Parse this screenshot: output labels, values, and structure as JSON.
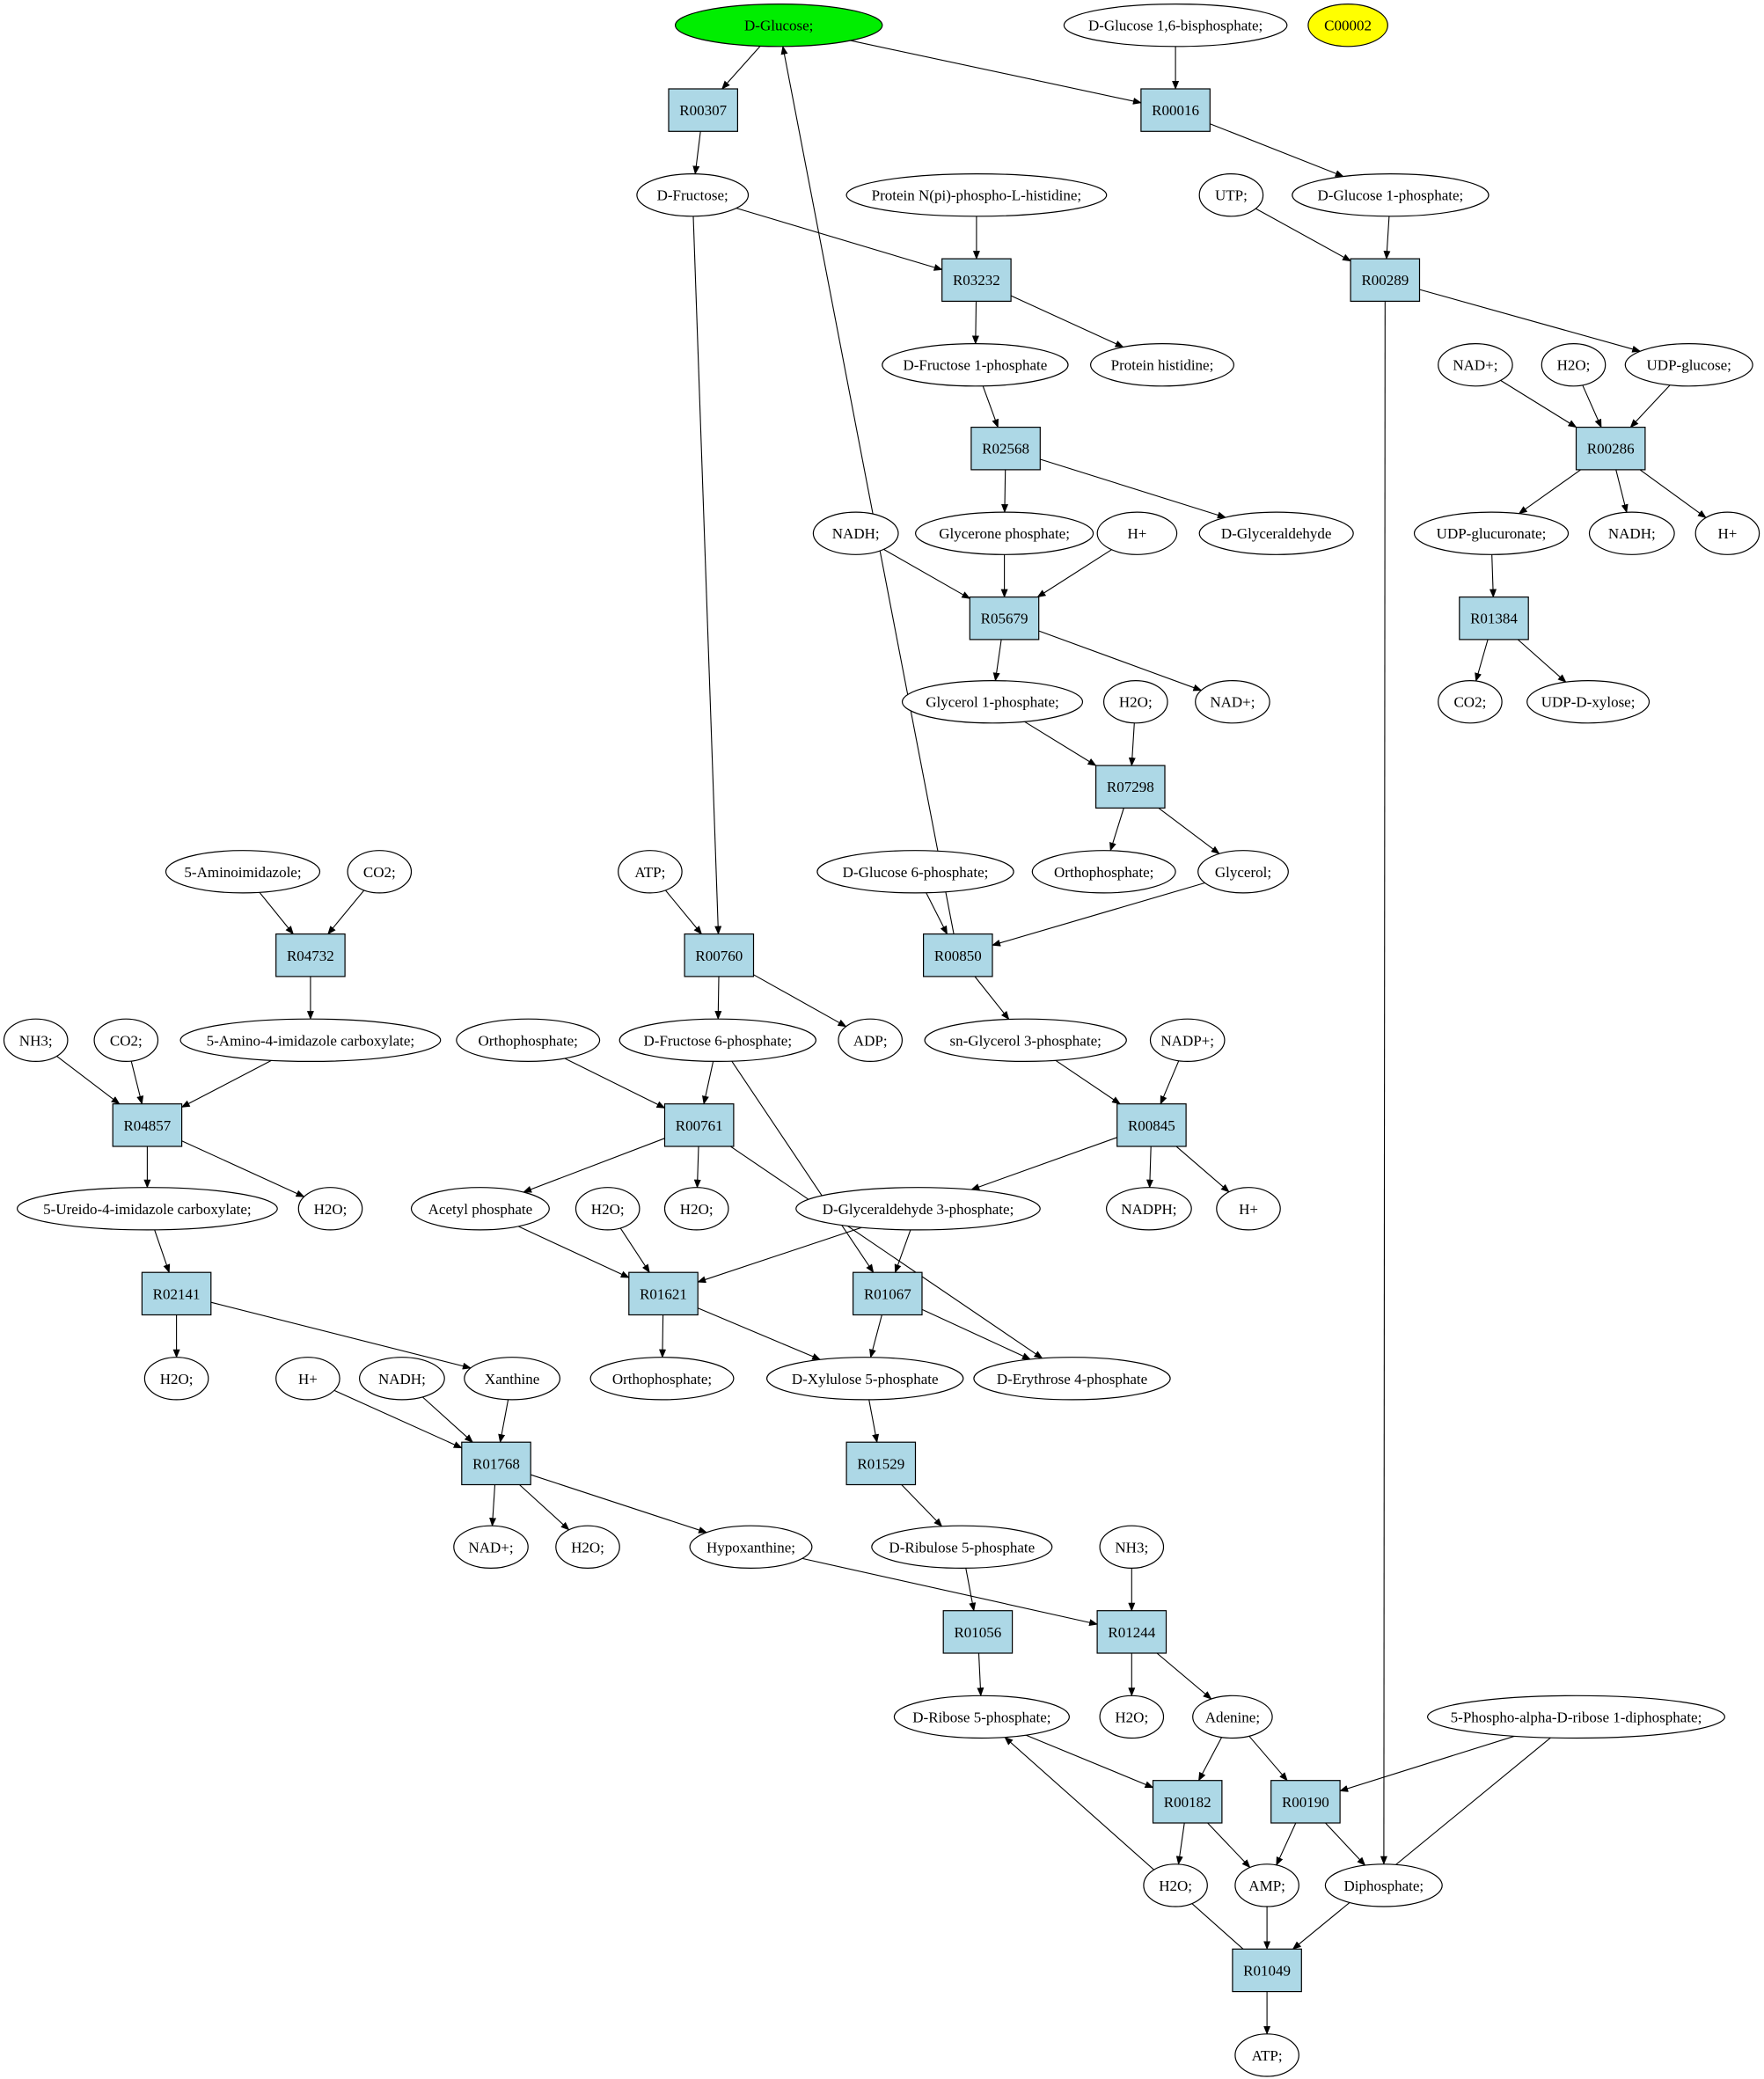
{
  "colors": {
    "reaction_fill": "#add8e6",
    "compound_fill": "#ffffff",
    "highlight_green": "#00ee00",
    "highlight_yellow": "#ffff00",
    "stroke": "#000000"
  },
  "nodes": [
    {
      "id": "c_glucose",
      "label": "D-Glucose;",
      "kind": "compound",
      "fill": "green"
    },
    {
      "id": "c_g16bp",
      "label": "D-Glucose 1,6-bisphosphate;",
      "kind": "compound"
    },
    {
      "id": "c_c00002",
      "label": "C00002",
      "kind": "compound",
      "fill": "yellow"
    },
    {
      "id": "r_R00307",
      "label": "R00307",
      "kind": "reaction"
    },
    {
      "id": "r_R00016",
      "label": "R00016",
      "kind": "reaction"
    },
    {
      "id": "c_fructose",
      "label": "D-Fructose;",
      "kind": "compound"
    },
    {
      "id": "c_protnphis",
      "label": "Protein N(pi)-phospho-L-histidine;",
      "kind": "compound"
    },
    {
      "id": "c_utp",
      "label": "UTP;",
      "kind": "compound"
    },
    {
      "id": "c_g1p",
      "label": "D-Glucose 1-phosphate;",
      "kind": "compound"
    },
    {
      "id": "r_R03232",
      "label": "R03232",
      "kind": "reaction"
    },
    {
      "id": "r_R00289",
      "label": "R00289",
      "kind": "reaction"
    },
    {
      "id": "c_f1p",
      "label": "D-Fructose 1-phosphate",
      "kind": "compound"
    },
    {
      "id": "c_prothis",
      "label": "Protein histidine;",
      "kind": "compound"
    },
    {
      "id": "c_nad_a",
      "label": "NAD+;",
      "kind": "compound"
    },
    {
      "id": "c_h2o_a",
      "label": "H2O;",
      "kind": "compound"
    },
    {
      "id": "c_udpglc",
      "label": "UDP-glucose;",
      "kind": "compound"
    },
    {
      "id": "r_R02568",
      "label": "R02568",
      "kind": "reaction"
    },
    {
      "id": "r_R00286",
      "label": "R00286",
      "kind": "reaction"
    },
    {
      "id": "c_nadh_a",
      "label": "NADH;",
      "kind": "compound"
    },
    {
      "id": "c_glyp",
      "label": "Glycerone phosphate;",
      "kind": "compound"
    },
    {
      "id": "c_h_a",
      "label": "H+",
      "kind": "compound"
    },
    {
      "id": "c_dglyald",
      "label": "D-Glyceraldehyde",
      "kind": "compound"
    },
    {
      "id": "c_udpglcA",
      "label": "UDP-glucuronate;",
      "kind": "compound"
    },
    {
      "id": "c_nadh_b",
      "label": "NADH;",
      "kind": "compound"
    },
    {
      "id": "c_h_b",
      "label": "H+",
      "kind": "compound"
    },
    {
      "id": "r_R05679",
      "label": "R05679",
      "kind": "reaction"
    },
    {
      "id": "r_R01384",
      "label": "R01384",
      "kind": "reaction"
    },
    {
      "id": "c_gly1p",
      "label": "Glycerol 1-phosphate;",
      "kind": "compound"
    },
    {
      "id": "c_h2o_b",
      "label": "H2O;",
      "kind": "compound"
    },
    {
      "id": "c_nad_b",
      "label": "NAD+;",
      "kind": "compound"
    },
    {
      "id": "c_co2_a",
      "label": "CO2;",
      "kind": "compound"
    },
    {
      "id": "c_udpxyl",
      "label": "UDP-D-xylose;",
      "kind": "compound"
    },
    {
      "id": "r_R07298",
      "label": "R07298",
      "kind": "reaction"
    },
    {
      "id": "c_5ai",
      "label": "5-Aminoimidazole;",
      "kind": "compound"
    },
    {
      "id": "c_co2_b",
      "label": "CO2;",
      "kind": "compound"
    },
    {
      "id": "c_atp_a",
      "label": "ATP;",
      "kind": "compound"
    },
    {
      "id": "c_g6p",
      "label": "D-Glucose 6-phosphate;",
      "kind": "compound"
    },
    {
      "id": "c_ortho_a",
      "label": "Orthophosphate;",
      "kind": "compound"
    },
    {
      "id": "c_glycerol",
      "label": "Glycerol;",
      "kind": "compound"
    },
    {
      "id": "r_R04732",
      "label": "R04732",
      "kind": "reaction"
    },
    {
      "id": "r_R00760",
      "label": "R00760",
      "kind": "reaction"
    },
    {
      "id": "r_R00850",
      "label": "R00850",
      "kind": "reaction"
    },
    {
      "id": "c_nh3_a",
      "label": "NH3;",
      "kind": "compound"
    },
    {
      "id": "c_co2_c",
      "label": "CO2;",
      "kind": "compound"
    },
    {
      "id": "c_5a4ic",
      "label": "5-Amino-4-imidazole carboxylate;",
      "kind": "compound"
    },
    {
      "id": "c_ortho_b",
      "label": "Orthophosphate;",
      "kind": "compound"
    },
    {
      "id": "c_f6p",
      "label": "D-Fructose 6-phosphate;",
      "kind": "compound"
    },
    {
      "id": "c_adp",
      "label": "ADP;",
      "kind": "compound"
    },
    {
      "id": "c_sngly3p",
      "label": "sn-Glycerol 3-phosphate;",
      "kind": "compound"
    },
    {
      "id": "c_nadp",
      "label": "NADP+;",
      "kind": "compound"
    },
    {
      "id": "r_R04857",
      "label": "R04857",
      "kind": "reaction"
    },
    {
      "id": "r_R00761",
      "label": "R00761",
      "kind": "reaction"
    },
    {
      "id": "r_R00845",
      "label": "R00845",
      "kind": "reaction"
    },
    {
      "id": "c_5u4ic",
      "label": "5-Ureido-4-imidazole carboxylate;",
      "kind": "compound"
    },
    {
      "id": "c_h2o_c",
      "label": "H2O;",
      "kind": "compound"
    },
    {
      "id": "c_acp",
      "label": "Acetyl phosphate",
      "kind": "compound"
    },
    {
      "id": "c_h2o_d",
      "label": "H2O;",
      "kind": "compound"
    },
    {
      "id": "c_h2o_e",
      "label": "H2O;",
      "kind": "compound"
    },
    {
      "id": "c_ga3p",
      "label": "D-Glyceraldehyde 3-phosphate;",
      "kind": "compound"
    },
    {
      "id": "c_nadph",
      "label": "NADPH;",
      "kind": "compound"
    },
    {
      "id": "c_h_c",
      "label": "H+",
      "kind": "compound"
    },
    {
      "id": "r_R02141",
      "label": "R02141",
      "kind": "reaction"
    },
    {
      "id": "r_R01621",
      "label": "R01621",
      "kind": "reaction"
    },
    {
      "id": "r_R01067",
      "label": "R01067",
      "kind": "reaction"
    },
    {
      "id": "c_h2o_f",
      "label": "H2O;",
      "kind": "compound"
    },
    {
      "id": "c_h_d",
      "label": "H+",
      "kind": "compound"
    },
    {
      "id": "c_nadh_c",
      "label": "NADH;",
      "kind": "compound"
    },
    {
      "id": "c_xanthine",
      "label": "Xanthine",
      "kind": "compound"
    },
    {
      "id": "c_ortho_c",
      "label": "Orthophosphate;",
      "kind": "compound"
    },
    {
      "id": "c_x5p",
      "label": "D-Xylulose 5-phosphate",
      "kind": "compound"
    },
    {
      "id": "c_e4p",
      "label": "D-Erythrose 4-phosphate",
      "kind": "compound"
    },
    {
      "id": "r_R01768",
      "label": "R01768",
      "kind": "reaction"
    },
    {
      "id": "r_R01529",
      "label": "R01529",
      "kind": "reaction"
    },
    {
      "id": "c_nad_c",
      "label": "NAD+;",
      "kind": "compound"
    },
    {
      "id": "c_h2o_g",
      "label": "H2O;",
      "kind": "compound"
    },
    {
      "id": "c_hypox",
      "label": "Hypoxanthine;",
      "kind": "compound"
    },
    {
      "id": "c_ru5p",
      "label": "D-Ribulose 5-phosphate",
      "kind": "compound"
    },
    {
      "id": "c_nh3_b",
      "label": "NH3;",
      "kind": "compound"
    },
    {
      "id": "r_R01056",
      "label": "R01056",
      "kind": "reaction"
    },
    {
      "id": "r_R01244",
      "label": "R01244",
      "kind": "reaction"
    },
    {
      "id": "c_r5p",
      "label": "D-Ribose 5-phosphate;",
      "kind": "compound"
    },
    {
      "id": "c_h2o_h",
      "label": "H2O;",
      "kind": "compound"
    },
    {
      "id": "c_adenine",
      "label": "Adenine;",
      "kind": "compound"
    },
    {
      "id": "c_prpp",
      "label": "5-Phospho-alpha-D-ribose 1-diphosphate;",
      "kind": "compound"
    },
    {
      "id": "r_R00182",
      "label": "R00182",
      "kind": "reaction"
    },
    {
      "id": "r_R00190",
      "label": "R00190",
      "kind": "reaction"
    },
    {
      "id": "c_h2o_i",
      "label": "H2O;",
      "kind": "compound"
    },
    {
      "id": "c_amp",
      "label": "AMP;",
      "kind": "compound"
    },
    {
      "id": "c_diphos",
      "label": "Diphosphate;",
      "kind": "compound"
    },
    {
      "id": "r_R01049",
      "label": "R01049",
      "kind": "reaction"
    },
    {
      "id": "c_atp_b",
      "label": "ATP;",
      "kind": "compound"
    }
  ],
  "edges": [
    [
      "c_glucose",
      "r_R00307"
    ],
    [
      "c_glucose",
      "r_R00016"
    ],
    [
      "c_g16bp",
      "r_R00016"
    ],
    [
      "r_R00307",
      "c_fructose"
    ],
    [
      "r_R00016",
      "c_g1p"
    ],
    [
      "c_fructose",
      "r_R03232"
    ],
    [
      "c_protnphis",
      "r_R03232"
    ],
    [
      "r_R03232",
      "c_f1p"
    ],
    [
      "r_R03232",
      "c_prothis"
    ],
    [
      "c_utp",
      "r_R00289"
    ],
    [
      "c_g1p",
      "r_R00289"
    ],
    [
      "r_R00289",
      "c_udpglc"
    ],
    [
      "r_R00289",
      "c_diphos"
    ],
    [
      "c_f1p",
      "r_R02568"
    ],
    [
      "r_R02568",
      "c_glyp"
    ],
    [
      "r_R02568",
      "c_dglyald"
    ],
    [
      "c_nad_a",
      "r_R00286"
    ],
    [
      "c_h2o_a",
      "r_R00286"
    ],
    [
      "c_udpglc",
      "r_R00286"
    ],
    [
      "r_R00286",
      "c_udpglcA"
    ],
    [
      "r_R00286",
      "c_nadh_b"
    ],
    [
      "r_R00286",
      "c_h_b"
    ],
    [
      "c_udpglcA",
      "r_R01384"
    ],
    [
      "r_R01384",
      "c_co2_a"
    ],
    [
      "r_R01384",
      "c_udpxyl"
    ],
    [
      "c_nadh_a",
      "r_R05679"
    ],
    [
      "c_glyp",
      "r_R05679"
    ],
    [
      "c_h_a",
      "r_R05679"
    ],
    [
      "r_R05679",
      "c_gly1p"
    ],
    [
      "r_R05679",
      "c_nad_b"
    ],
    [
      "c_gly1p",
      "r_R07298"
    ],
    [
      "c_h2o_b",
      "r_R07298"
    ],
    [
      "r_R07298",
      "c_ortho_a"
    ],
    [
      "r_R07298",
      "c_glycerol"
    ],
    [
      "c_fructose",
      "r_R00760"
    ],
    [
      "c_atp_a",
      "r_R00760"
    ],
    [
      "r_R00760",
      "c_f6p"
    ],
    [
      "r_R00760",
      "c_adp"
    ],
    [
      "c_g6p",
      "r_R00850"
    ],
    [
      "c_glycerol",
      "r_R00850"
    ],
    [
      "r_R00850",
      "c_glucose"
    ],
    [
      "r_R00850",
      "c_sngly3p"
    ],
    [
      "c_5ai",
      "r_R04732"
    ],
    [
      "c_co2_b",
      "r_R04732"
    ],
    [
      "r_R04732",
      "c_5a4ic"
    ],
    [
      "c_nh3_a",
      "r_R04857"
    ],
    [
      "c_co2_c",
      "r_R04857"
    ],
    [
      "c_5a4ic",
      "r_R04857"
    ],
    [
      "r_R04857",
      "c_5u4ic"
    ],
    [
      "r_R04857",
      "c_h2o_c"
    ],
    [
      "c_ortho_b",
      "r_R00761"
    ],
    [
      "c_f6p",
      "r_R00761"
    ],
    [
      "r_R00761",
      "c_acp"
    ],
    [
      "r_R00761",
      "c_h2o_e"
    ],
    [
      "r_R00761",
      "c_e4p"
    ],
    [
      "c_f6p",
      "r_R01067"
    ],
    [
      "c_sngly3p",
      "r_R00845"
    ],
    [
      "c_nadp",
      "r_R00845"
    ],
    [
      "r_R00845",
      "c_ga3p"
    ],
    [
      "r_R00845",
      "c_nadph"
    ],
    [
      "r_R00845",
      "c_h_c"
    ],
    [
      "c_5u4ic",
      "r_R02141"
    ],
    [
      "r_R02141",
      "c_h2o_f"
    ],
    [
      "r_R02141",
      "c_xanthine"
    ],
    [
      "c_acp",
      "r_R01621"
    ],
    [
      "c_h2o_d",
      "r_R01621"
    ],
    [
      "c_ga3p",
      "r_R01621"
    ],
    [
      "r_R01621",
      "c_ortho_c"
    ],
    [
      "r_R01621",
      "c_x5p"
    ],
    [
      "c_ga3p",
      "r_R01067"
    ],
    [
      "r_R01067",
      "c_x5p"
    ],
    [
      "r_R01067",
      "c_e4p"
    ],
    [
      "c_h_d",
      "r_R01768"
    ],
    [
      "c_nadh_c",
      "r_R01768"
    ],
    [
      "c_xanthine",
      "r_R01768"
    ],
    [
      "r_R01768",
      "c_nad_c"
    ],
    [
      "r_R01768",
      "c_h2o_g"
    ],
    [
      "r_R01768",
      "c_hypox"
    ],
    [
      "c_x5p",
      "r_R01529"
    ],
    [
      "r_R01529",
      "c_ru5p"
    ],
    [
      "c_ru5p",
      "r_R01056"
    ],
    [
      "r_R01056",
      "c_r5p"
    ],
    [
      "c_hypox",
      "r_R01244"
    ],
    [
      "c_nh3_b",
      "r_R01244"
    ],
    [
      "r_R01244",
      "c_h2o_h"
    ],
    [
      "r_R01244",
      "c_adenine"
    ],
    [
      "c_r5p",
      "r_R00182"
    ],
    [
      "c_adenine",
      "r_R00182"
    ],
    [
      "r_R00182",
      "c_h2o_i"
    ],
    [
      "r_R00182",
      "c_amp"
    ],
    [
      "c_adenine",
      "r_R00190"
    ],
    [
      "c_prpp",
      "r_R00190"
    ],
    [
      "r_R00190",
      "c_amp"
    ],
    [
      "r_R00190",
      "c_diphos"
    ],
    [
      "c_amp",
      "r_R01049"
    ],
    [
      "c_prpp",
      "r_R01049"
    ],
    [
      "r_R01049",
      "c_r5p"
    ],
    [
      "r_R01049",
      "c_atp_b"
    ]
  ]
}
